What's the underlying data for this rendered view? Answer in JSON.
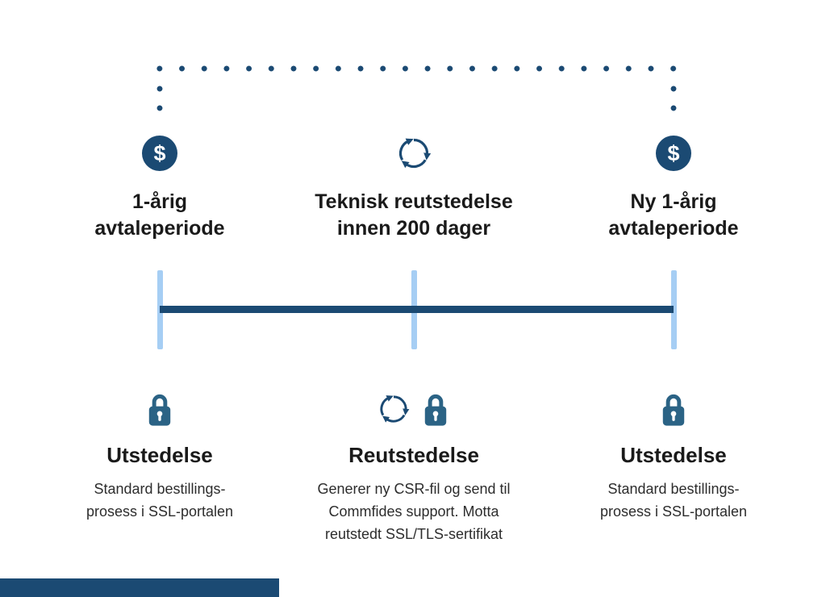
{
  "colors": {
    "navy": "#1B4A73",
    "lock_blue": "#2B6385",
    "tick_blue": "#A6CEF4",
    "title_text": "#1A1A1A",
    "body_text": "#2D2D2D"
  },
  "top_stages": [
    {
      "icon": "dollar-circle-icon",
      "symbol": "$",
      "title": "1-årig\navtaleperiode"
    },
    {
      "icon": "sync-arrows-icon",
      "title": "Teknisk reutstedelse\ninnen 200 dager"
    },
    {
      "icon": "dollar-circle-icon",
      "symbol": "$",
      "title": "Ny 1-årig\navtaleperiode"
    }
  ],
  "timeline_events": [
    {
      "icons": [
        "lock-icon"
      ],
      "title": "Utstedelse",
      "description": "Standard bestillings-\nprosess i SSL-portalen"
    },
    {
      "icons": [
        "sync-arrows-icon",
        "lock-icon"
      ],
      "title": "Reutstedelse",
      "description": "Generer ny CSR-fil og send til\nCommfides support. Motta\nreutstedt SSL/TLS-sertifikat"
    },
    {
      "icons": [
        "lock-icon"
      ],
      "title": "Utstedelse",
      "description": "Standard bestillings-\nprosess i SSL-portalen"
    }
  ]
}
